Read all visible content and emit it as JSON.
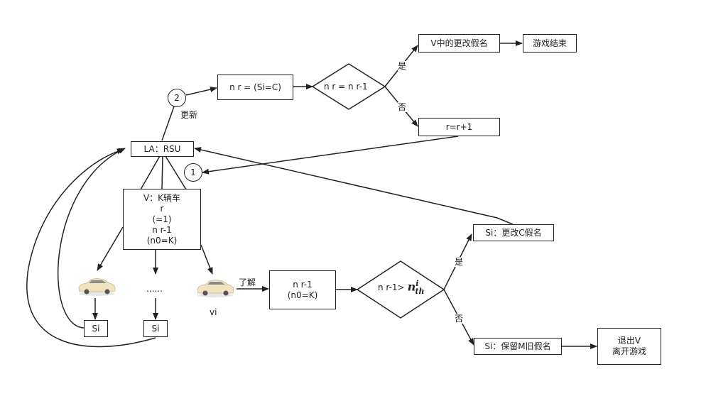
{
  "diagram": {
    "la_rsu": "LA：RSU",
    "step_1": "1",
    "step_2": "2",
    "update_label": "更新",
    "nr_assign": "n r = (Si=C)",
    "decision_1": "n r = n r-1",
    "yes": "是",
    "no": "否",
    "v_change_pseudonym": "V中的更改假名",
    "game_end": "游戏结束",
    "r_increment": "r=r+1",
    "v_group": [
      "V：K辆车",
      "r",
      "(=1)",
      "n r-1",
      "(n0=K)"
    ],
    "dots": "......",
    "si_left": "Si",
    "si_mid": "Si",
    "vi": "vi",
    "learn_label": "了解",
    "nr1_box": [
      "n r-1",
      "(n0=K)"
    ],
    "decision_2_prefix": "n r-1>",
    "threshold_base": "n",
    "threshold_sup": "i",
    "threshold_sub": "th",
    "si_change": "Si：更改C假名",
    "si_keep": "Si：保留M旧假名",
    "exit": [
      "退出V",
      "离开游戏"
    ]
  },
  "icons": {
    "car": "car-icon",
    "arrow": "arrowhead"
  },
  "colors": {
    "line": "#222222",
    "car_body": "#f2e3c0",
    "car_shade": "#d8c69c"
  }
}
